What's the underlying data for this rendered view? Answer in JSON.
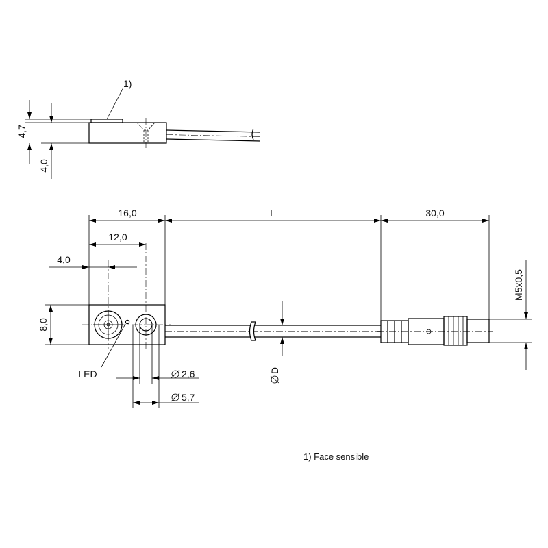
{
  "side_view": {
    "callout": "1)",
    "dim_height_total": "4,7",
    "dim_height_body": "4,0"
  },
  "top_view": {
    "dim_length": "16,0",
    "dim_cable_length": "L",
    "dim_connector_length": "30,0",
    "dim_hole_spacing": "12,0",
    "dim_sensor_offset": "4,0",
    "dim_width": "8,0",
    "dim_thread": "M5x0,5",
    "dim_hole_diameter": "2,6",
    "dim_counterbore_diameter": "5,7",
    "dim_cable_diameter": "D",
    "led_label": "LED"
  },
  "footnote": "1) Face sensible"
}
